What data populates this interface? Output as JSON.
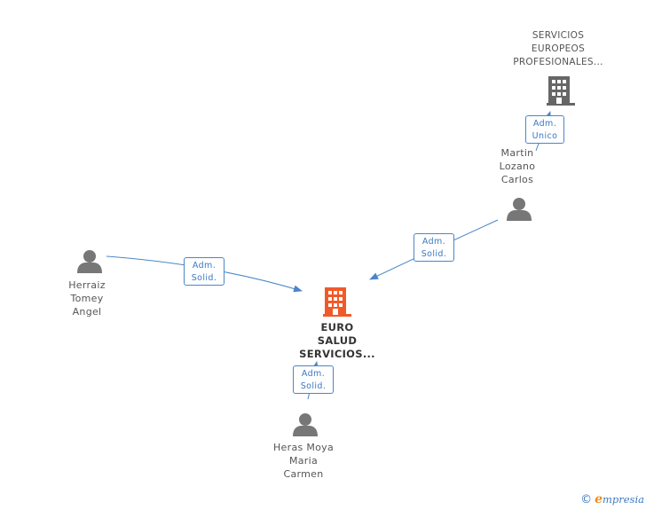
{
  "nodes": {
    "main_company": {
      "name": "EURO\nSALUD\nSERVICIOS...",
      "color": "#f05a28"
    },
    "parent_company": {
      "name": "SERVICIOS\nEUROPEOS\nPROFESIONALES...",
      "color": "#666666"
    },
    "person_martin": {
      "name": "Martin\nLozano\nCarlos"
    },
    "person_herraiz": {
      "name": "Herraiz\nTomey\nAngel"
    },
    "person_heras": {
      "name": "Heras Moya\nMaria\nCarmen"
    }
  },
  "edges": {
    "martin_parent": {
      "role": "Adm.\nUnico"
    },
    "martin_main": {
      "role": "Adm.\nSolid."
    },
    "herraiz_main": {
      "role": "Adm.\nSolid."
    },
    "heras_main": {
      "role": "Adm.\nSolid."
    }
  },
  "footer": {
    "copyright": "©",
    "brand_initial": "e",
    "brand_rest": "mpresia"
  },
  "colors": {
    "edge": "#4a86c8",
    "person": "#777777"
  }
}
